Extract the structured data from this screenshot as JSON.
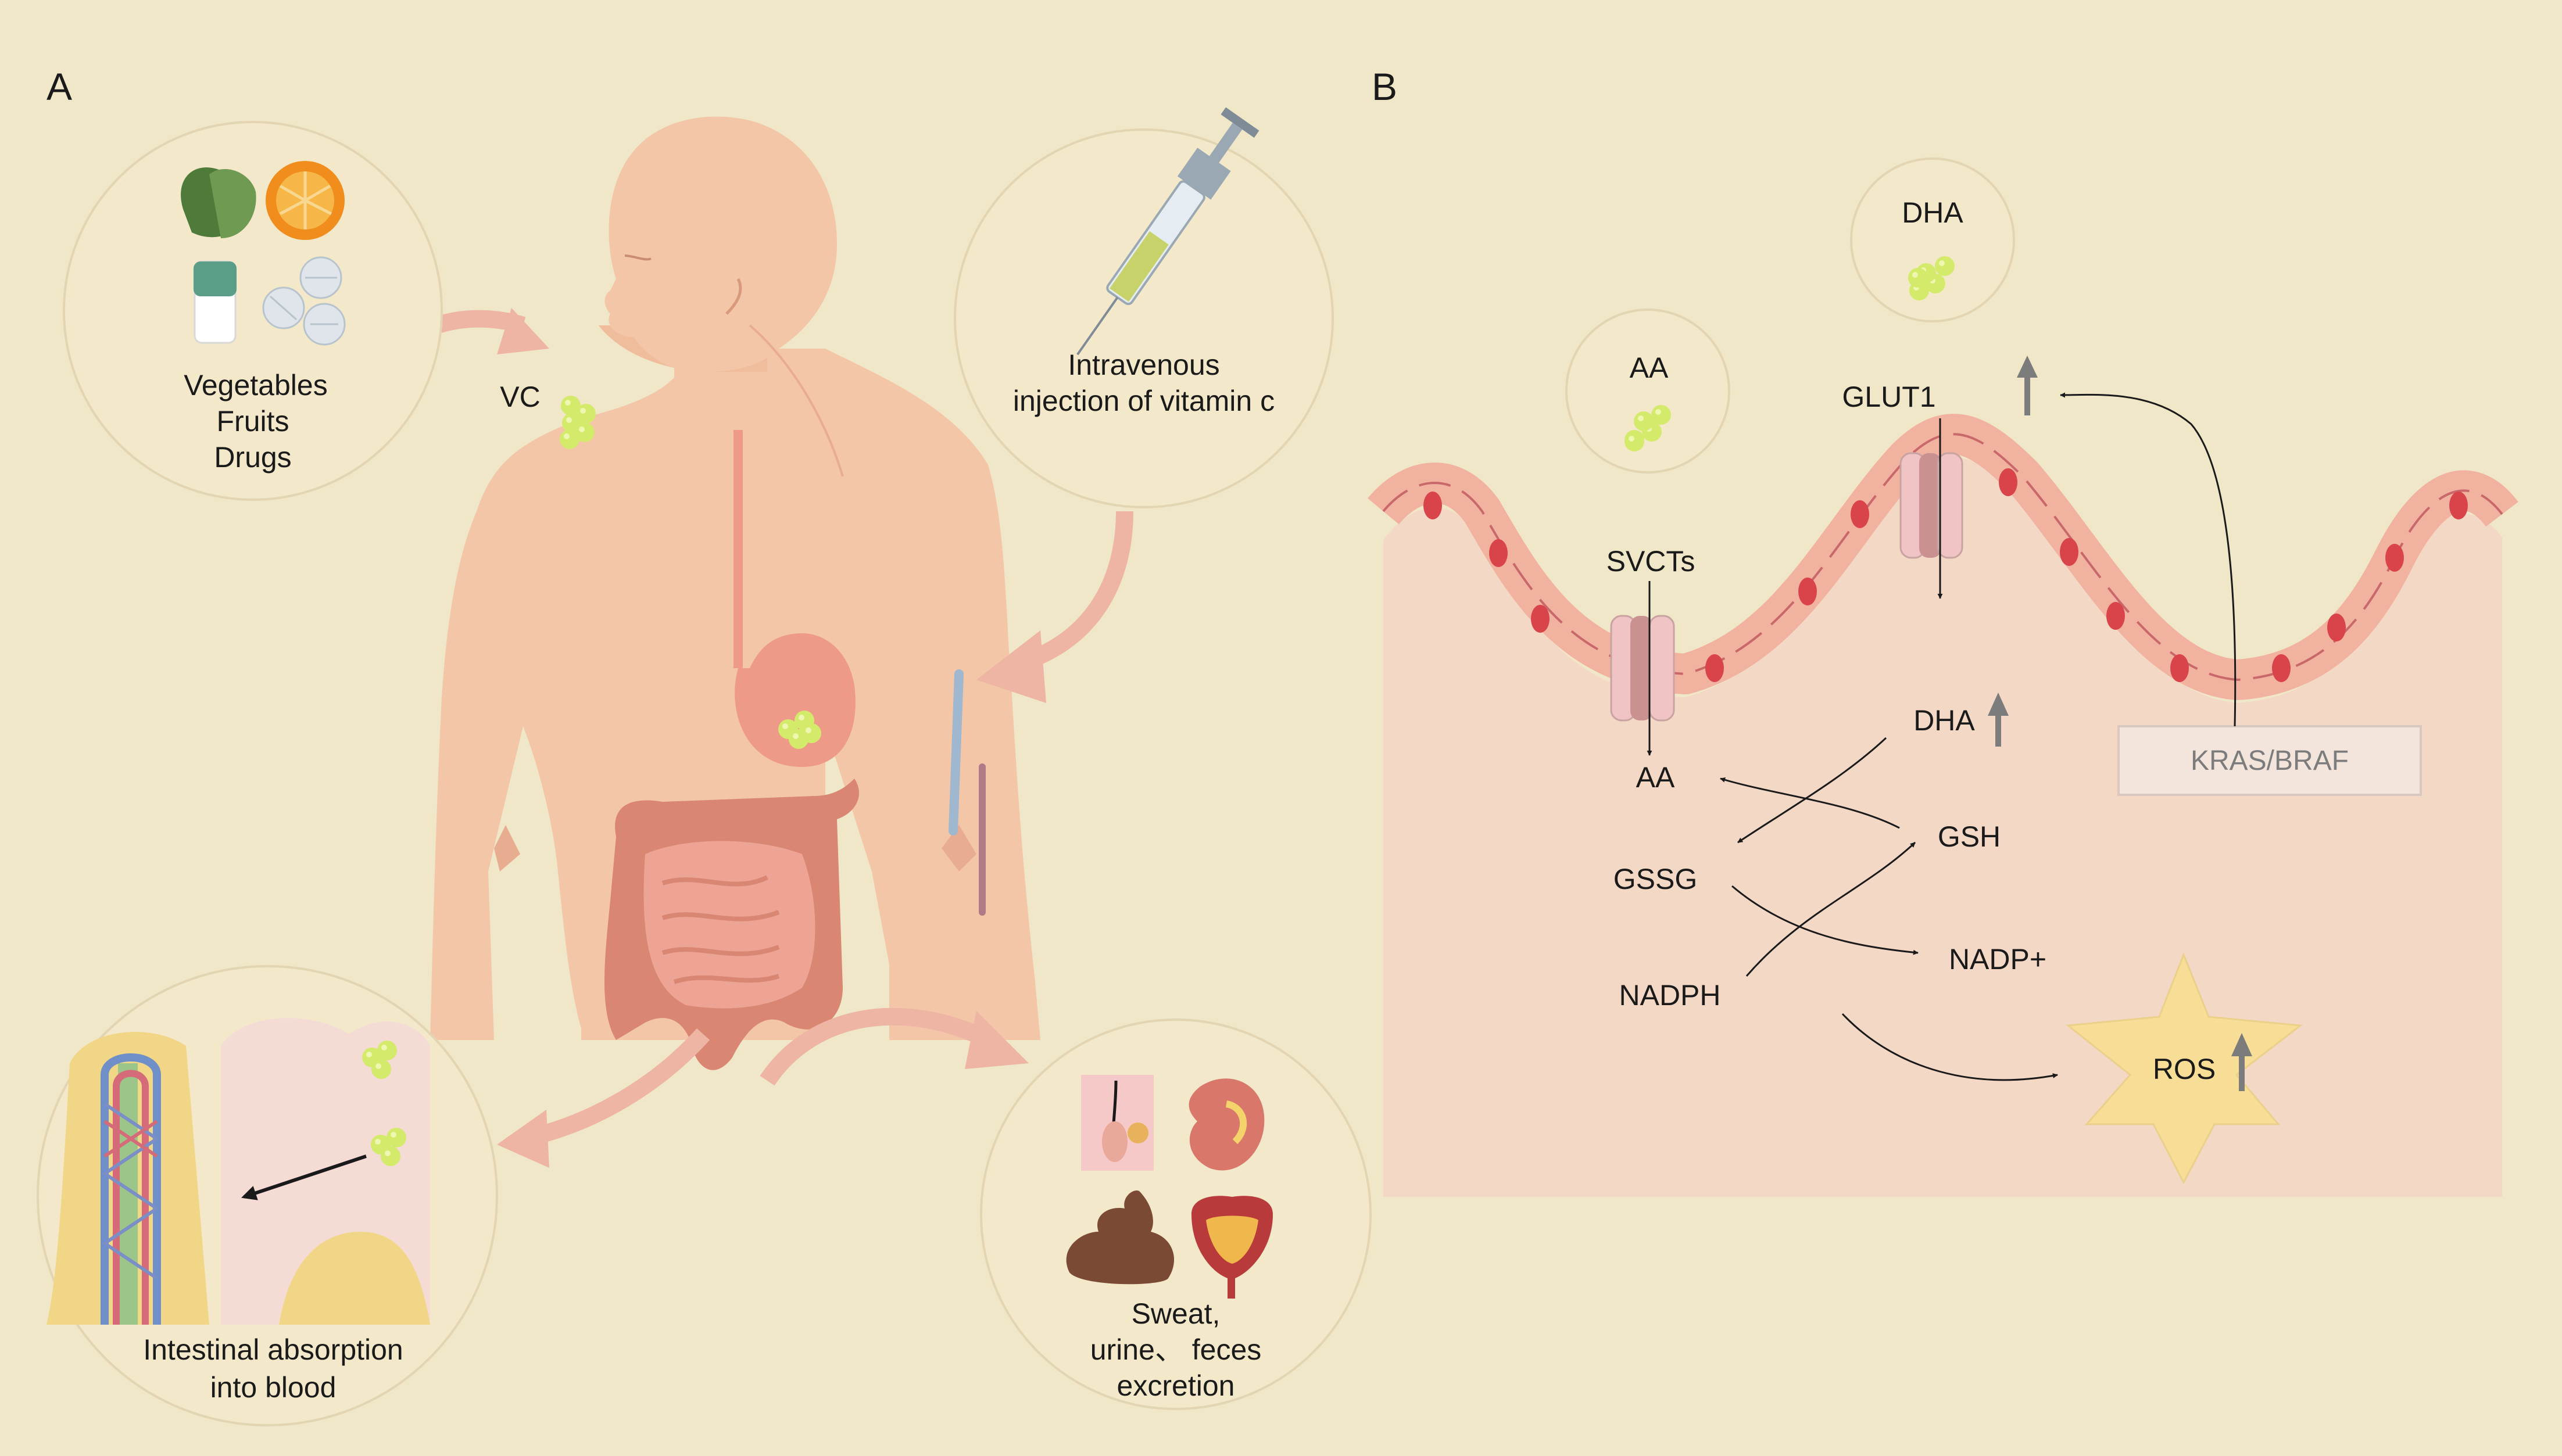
{
  "panels": {
    "a_label": "A",
    "b_label": "B"
  },
  "panel_a": {
    "sources": [
      "Vegetables",
      "Fruits",
      "Drugs"
    ],
    "vc_label": "VC",
    "iv": [
      "Intravenous",
      "injection of vitamin c"
    ],
    "absorption": [
      "Intestinal absorption",
      "into blood"
    ],
    "excretion": [
      "Sweat,",
      "urine、 feces",
      "excretion"
    ]
  },
  "panel_b": {
    "aa_bubble": "AA",
    "dha_bubble": "DHA",
    "glut1": "GLUT1",
    "svcts": "SVCTs",
    "kras": "KRAS/BRAF",
    "aa": "AA",
    "dha": "DHA",
    "gsh": "GSH",
    "gssg": "GSSG",
    "nadp": "NADP+",
    "nadph": "NADPH",
    "ros": "ROS"
  },
  "colors": {
    "background": "#f0e6c8",
    "panel_b_tissue": "#f3d8c6",
    "vitamin_c": "#d4ea6a",
    "arrow_salmon": "#eeb4a4",
    "ros_star": "#f7dd96",
    "up_arrow": "#7c7c7c"
  }
}
